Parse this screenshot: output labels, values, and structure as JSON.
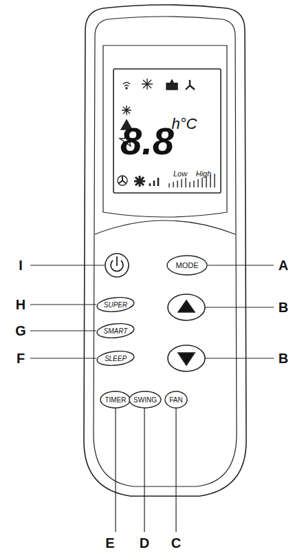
{
  "diagram": {
    "nodes": [
      {
        "text": [
          "MODE"
        ]
      },
      {
        "text": [
          "SUPER"
        ]
      },
      {
        "text": [
          "SMART"
        ]
      },
      {
        "text": [
          "SLEEP"
        ]
      },
      {
        "text": [
          "TIMER"
        ]
      },
      {
        "text": [
          "SWING"
        ]
      },
      {
        "text": [
          "FAN"
        ]
      }
    ],
    "labels": [
      "8.8",
      "h°C",
      "Low",
      "High",
      "I",
      "A",
      "H",
      "B",
      "G",
      "B",
      "F",
      "E",
      "D",
      "C"
    ]
  }
}
